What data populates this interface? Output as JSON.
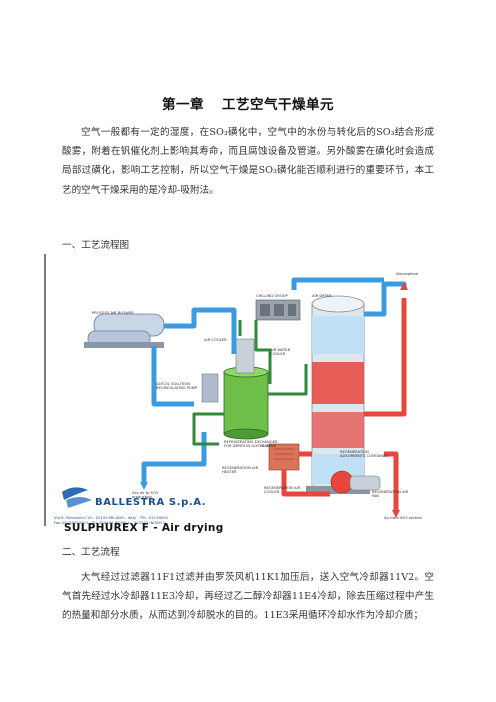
{
  "document": {
    "chapter_title_part1": "第一章",
    "chapter_title_part2": "工艺空气干燥单元",
    "intro_paragraph": "空气一般都有一定的湿度，在SO₃磺化中，空气中的水份与转化后的SO₃结合形成酸雾，附着在钒催化剂上影响其寿命，而且腐蚀设备及管道。另外酸雾在磺化时会造成局部过磺化，影响工艺控制，所以空气干燥是SO₃磺化能否顺利进行的重要环节，本工艺的空气干燥采用的是冷却-吸附法。",
    "section1_heading": "一、工艺流程图",
    "section2_heading": "二、工艺流程",
    "process_paragraph": "大气经过过滤器11F1过滤并由罗茨风机11K1加压后，送入空气冷却器11V2。空气首先经过水冷却器11E3冷却，再经过乙二醇冷却器11E4冷却，除去压缩过程中产生的热量和部分水质，从而达到冷却脱水的目的。11E3采用循环冷却水作为冷却介质；"
  },
  "figure": {
    "title": "SULPHUREX F - Air drying",
    "brand": "BALLESTRA S.p.A.",
    "address_line1": "Via R. Parravicini 10 - 20159 MILANO - Italy - TEL. 02/ 50831",
    "address_line2": "Fax 02/ 58310421 - Tlx 320490 INCBA 1 - 315512 INCBH 1",
    "labels": {
      "blower": "PROCESS AIR BLOWER",
      "chilling": "CHILLING GROUP",
      "air_dryer": "AIR DRYER",
      "atmosphere": "Atmosphere",
      "air_cooler": "AIR COOLER",
      "air_water_cooler": "AIR WATER COOLER",
      "glycol_pump": "GLYCOL SOLUTION RECIRCULATING PUMP",
      "exchanger": "REFRIGERATING EXCHANGER FOR DRYER IN GLYCOL TANK",
      "dry_air": "Dry air to SO3 production",
      "tank": "TANK",
      "regen_heater": "REGENERATION AIR HEATER",
      "regen_cooler": "REGENERATION AIR COOLER",
      "regen_container": "REGENERATION ADSORBENTS CONTAINER",
      "regen_fan": "REGENERATION AIR FAN",
      "air_from_so3": "Air from SO3 section"
    }
  },
  "colors": {
    "cold_pipe": "#3b9be0",
    "hot_pipe": "#e8453c",
    "glycol_pipe": "#2f8a3a",
    "brand_blue": "#1a4f8e"
  }
}
